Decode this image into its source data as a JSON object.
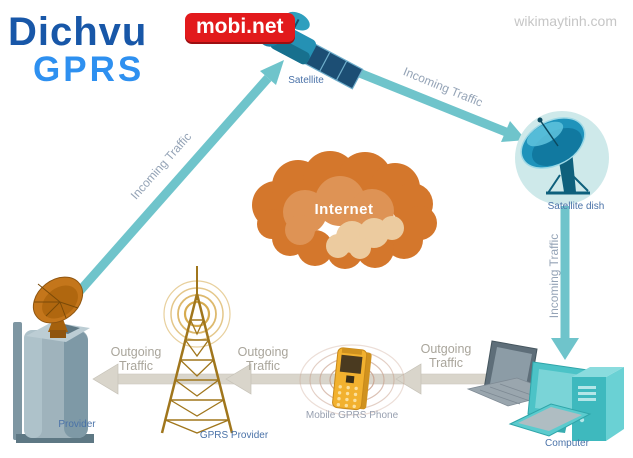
{
  "logo": {
    "brand": "Dichvu",
    "service": "GPRS",
    "badge": "mobi.net"
  },
  "watermark": "wikimaytinh.com",
  "diagram": {
    "internet_label": "Internet",
    "nodes": [
      {
        "id": "satellite",
        "label": "Satellite"
      },
      {
        "id": "satellite-dish",
        "label": "Satellite dish"
      },
      {
        "id": "provider",
        "label": "Provider"
      },
      {
        "id": "gprs-provider",
        "label": "GPRS Provider"
      },
      {
        "id": "mobile-gprs-phone",
        "label": "Mobile GPRS Phone"
      },
      {
        "id": "computer",
        "label": "Computer"
      }
    ],
    "flows": [
      {
        "id": "incoming-provider-to-satellite",
        "label": "Incoming Traffic"
      },
      {
        "id": "incoming-satellite-to-dish",
        "label": "Incoming Traffic"
      },
      {
        "id": "incoming-dish-to-computer",
        "label": "Incoming Traffic"
      },
      {
        "id": "outgoing-tower-to-provider",
        "label": "Outgoing Traffic"
      },
      {
        "id": "outgoing-phone-to-tower",
        "label": "Outgoing Traffic"
      },
      {
        "id": "outgoing-computer-to-phone",
        "label": "Outgoing Traffic"
      }
    ],
    "icons": [
      "satellite-icon",
      "satellite-dish-icon",
      "internet-cloud-icon",
      "provider-server-icon",
      "radio-tower-icon",
      "mobile-phone-icon",
      "computer-icon"
    ]
  },
  "colors": {
    "incoming_arrow": "#6FC4CB",
    "outgoing_arrow": "#D9D5CB",
    "cloud_orange": "#D4772C",
    "logo_blue_dark": "#1857A8",
    "logo_blue_light": "#2E90F0",
    "badge_red": "#E21A1C",
    "node_label_blue": "#4A72A8",
    "device_teal": "#4CC3C7",
    "tower_gold": "#A0761C",
    "phone_yellow": "#F2B12F"
  }
}
